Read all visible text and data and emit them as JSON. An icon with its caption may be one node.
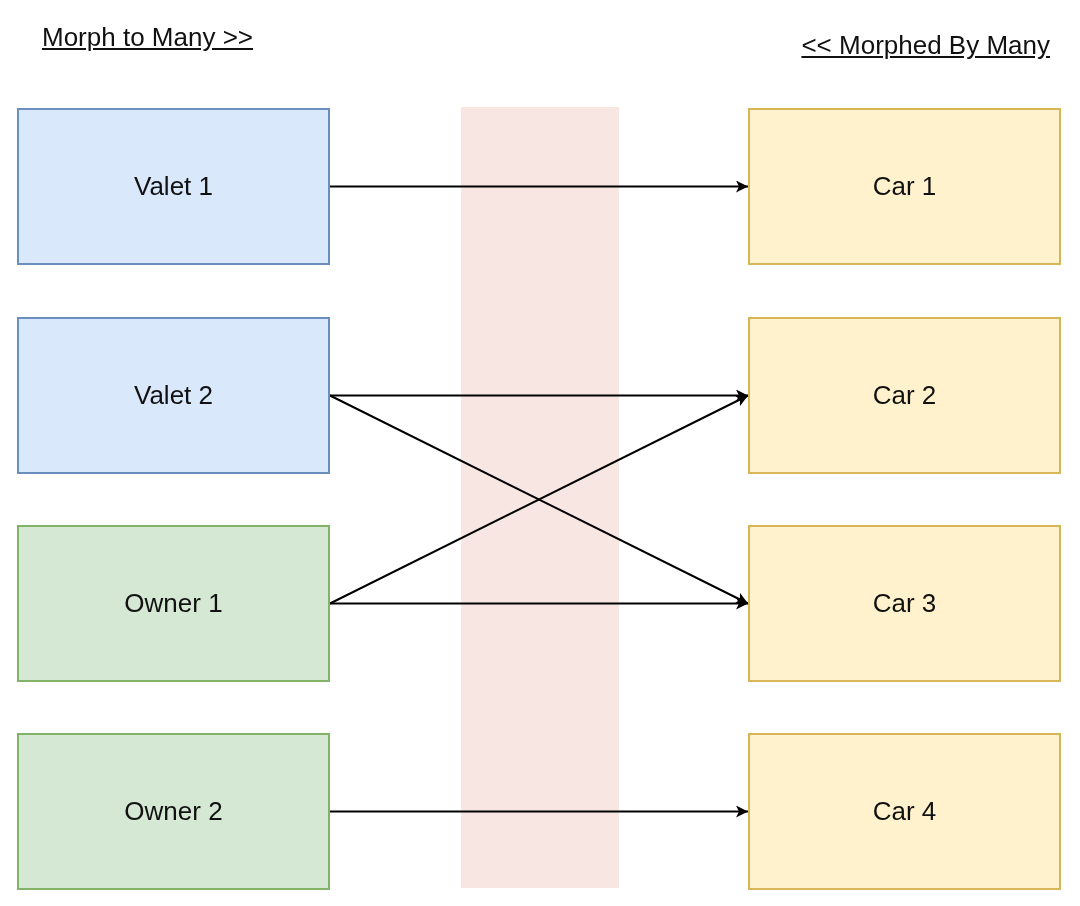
{
  "diagram": {
    "nodes": [
      {
        "text": [
          "Valet 1"
        ]
      },
      {
        "text": [
          "Valet 2"
        ]
      },
      {
        "text": [
          "Owner 1"
        ]
      },
      {
        "text": [
          "Owner 2"
        ]
      },
      {
        "text": [
          "Car 1"
        ]
      },
      {
        "text": [
          "Car 2"
        ]
      },
      {
        "text": [
          "Car 3"
        ]
      },
      {
        "text": [
          "Car 4"
        ]
      }
    ],
    "edges": [
      {
        "from": 0,
        "to": 4,
        "arrow": "to"
      },
      {
        "from": 1,
        "to": 5,
        "arrow": "to"
      },
      {
        "from": 1,
        "to": 6,
        "arrow": "to"
      },
      {
        "from": 2,
        "to": 5,
        "arrow": "to"
      },
      {
        "from": 2,
        "to": 6,
        "arrow": "to"
      },
      {
        "from": 3,
        "to": 7,
        "arrow": "to"
      }
    ],
    "labels": [
      "Morph to Many >>",
      "<< Morphed By Many"
    ]
  }
}
